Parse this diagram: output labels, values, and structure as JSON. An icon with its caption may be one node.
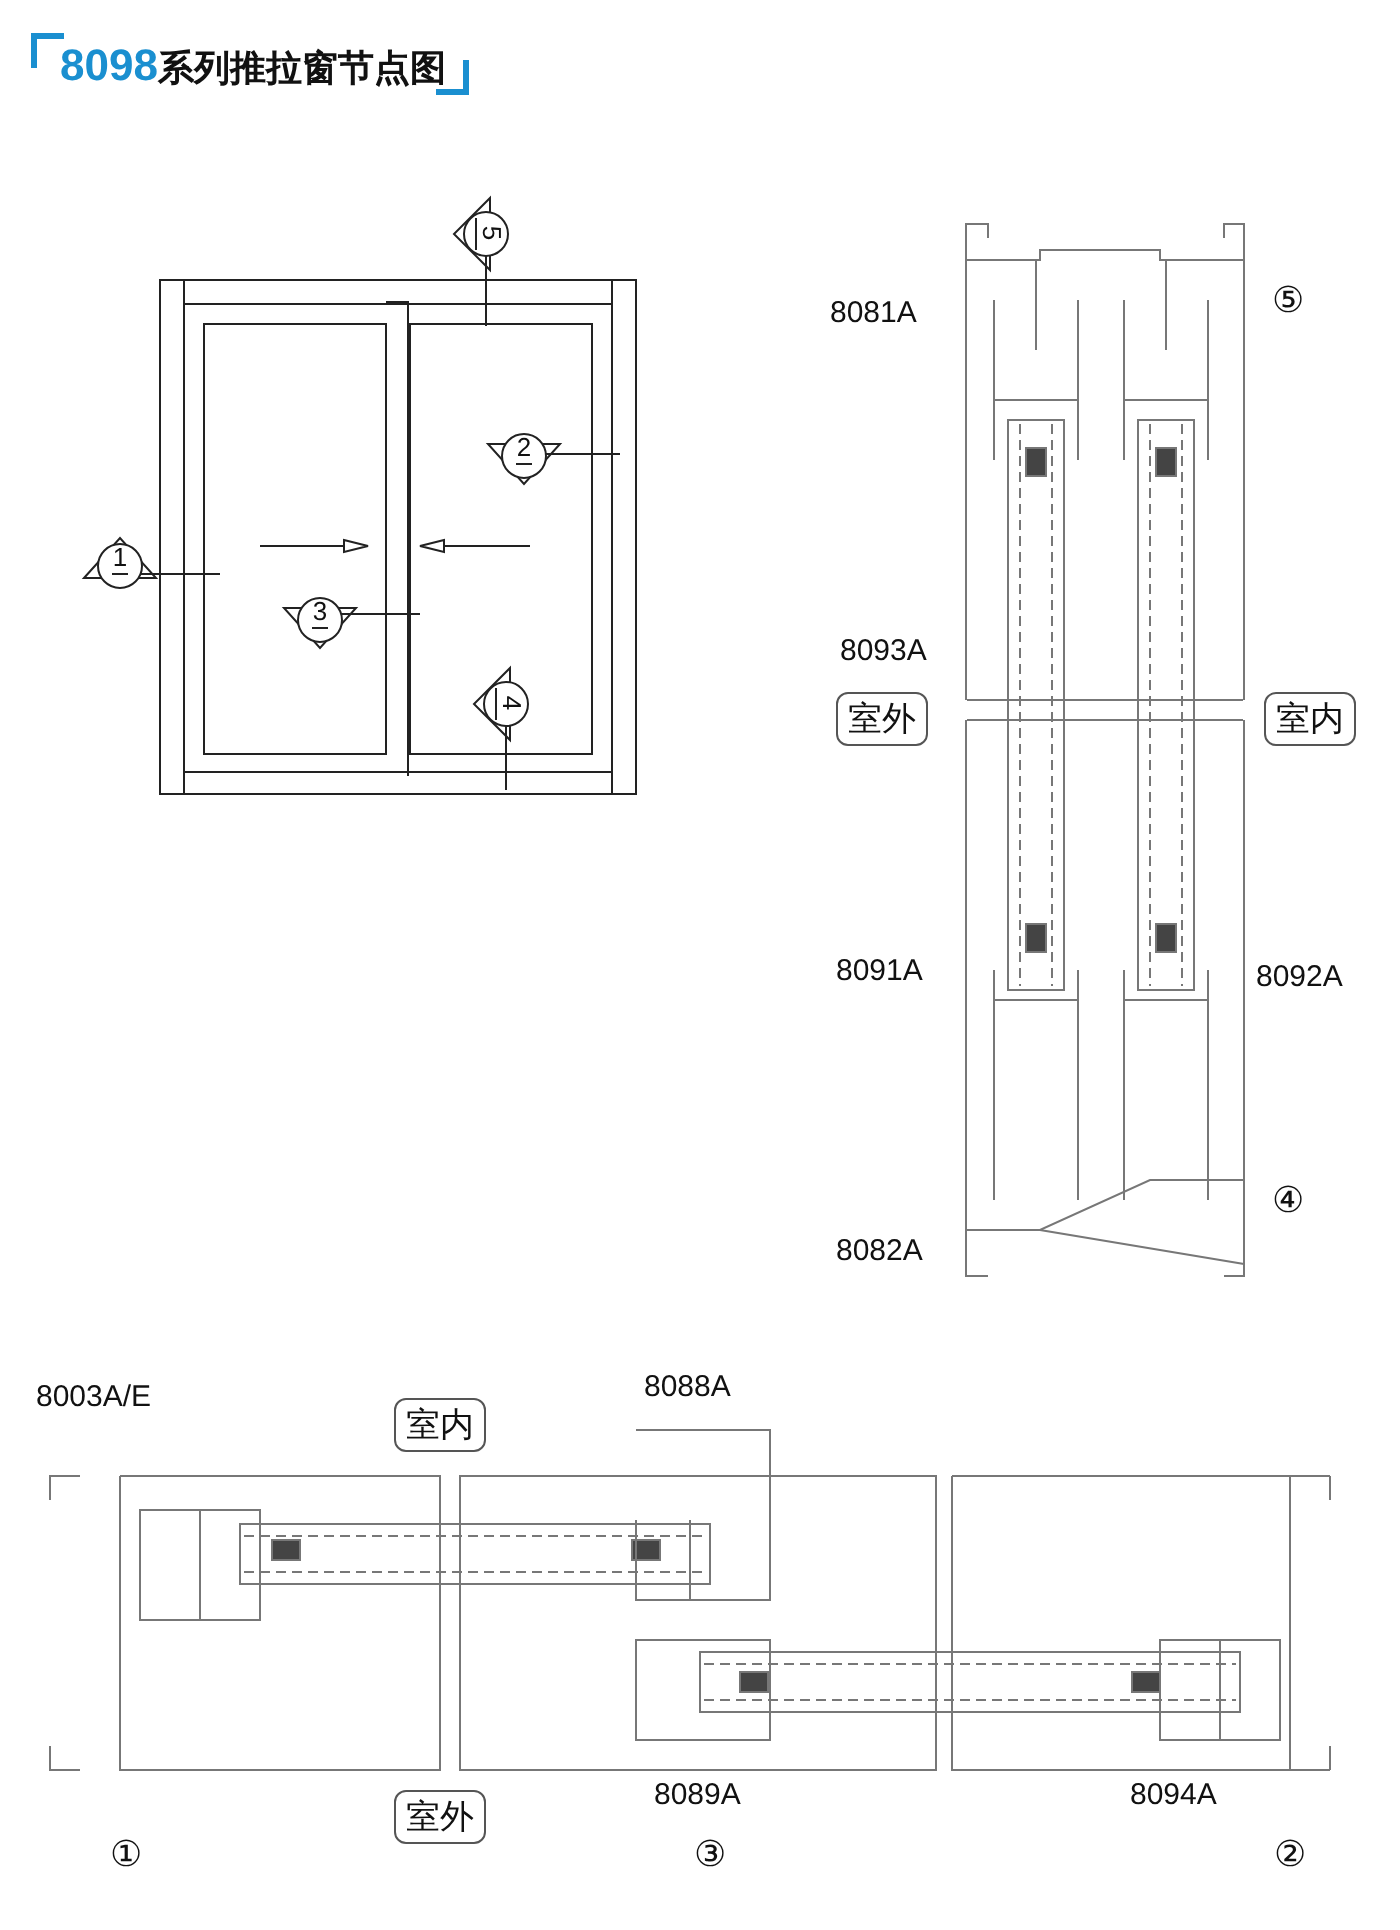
{
  "diagram": {
    "title": "8098系列推拉窗节点图",
    "nodes": [
      {
        "text": [
          "5"
        ]
      },
      {
        "text": [
          "2"
        ]
      },
      {
        "text": [
          "1"
        ]
      },
      {
        "text": [
          "3"
        ]
      },
      {
        "text": [
          "4"
        ]
      },
      {
        "text": [
          "室外"
        ]
      },
      {
        "text": [
          "室内"
        ]
      },
      {
        "text": [
          "室内"
        ]
      },
      {
        "text": [
          "室外"
        ]
      }
    ],
    "edges": [],
    "labels": [
      "8081A",
      "⑤",
      "8093A",
      "8091A",
      "8092A",
      "④",
      "8082A",
      "8003A/E",
      "8088A",
      "8089A",
      "8094A",
      "①",
      "③",
      "②"
    ]
  }
}
